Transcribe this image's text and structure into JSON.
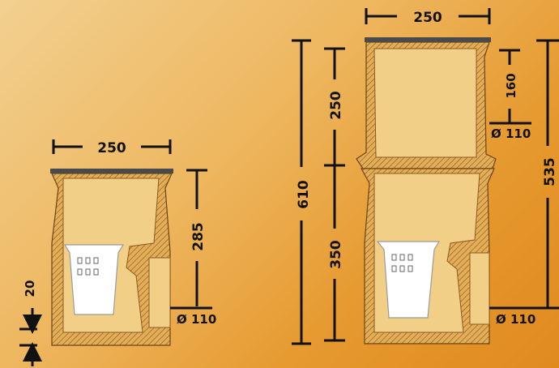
{
  "small_drain": {
    "width_label": "250",
    "height_label": "285",
    "outlet_label": "Ø 110",
    "base_label": "20"
  },
  "tall_drain": {
    "width_label": "250",
    "total_height_label": "610",
    "upper_section_label": "250",
    "lower_section_label": "350",
    "side_outlet_height_label": "160",
    "side_outlet_label": "Ø 110",
    "bottom_outlet_height_label": "535",
    "bottom_outlet_label": "Ø 110"
  },
  "colors": {
    "background_light": "#f2d090",
    "background_dark": "#e08a1e",
    "body_fill": "#f2cf86",
    "grate": "#4a4a4a"
  }
}
